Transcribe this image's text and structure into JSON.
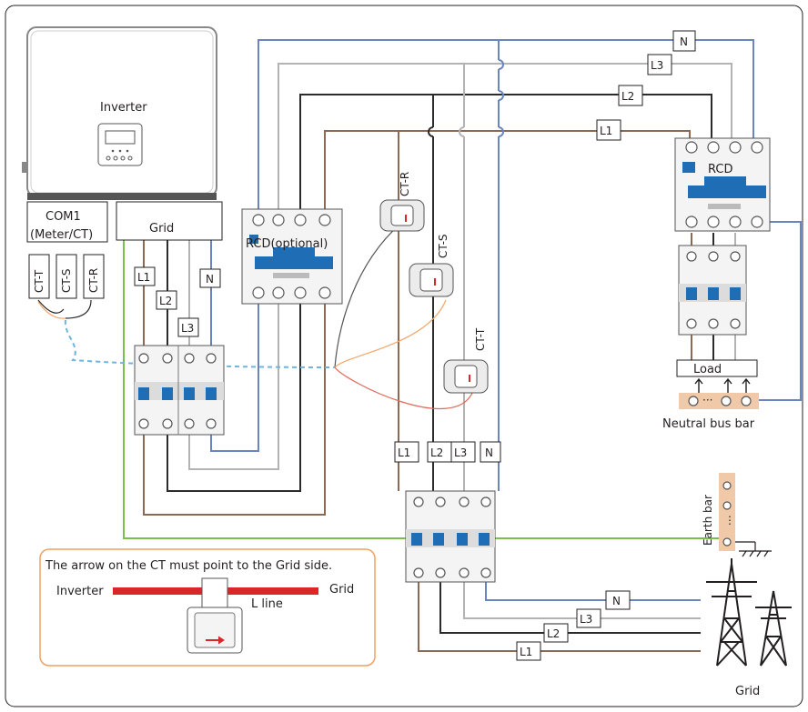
{
  "labels": {
    "inverter": "Inverter",
    "com1_line1": "COM1",
    "com1_line2": "(Meter/CT)",
    "grid_port": "Grid",
    "ct_t": "CT-T",
    "ct_s": "CT-S",
    "ct_r": "CT-R",
    "l1": "L1",
    "l2": "L2",
    "l3": "L3",
    "n": "N",
    "rcd_optional": "RCD(optional)",
    "rcd": "RCD",
    "load": "Load",
    "neutral_bus_bar": "Neutral bus bar",
    "earth_bar": "Earth bar",
    "grid_bottom": "Grid",
    "note": "The arrow on the CT must point to the Grid side.",
    "note_inverter": "Inverter",
    "note_grid": "Grid",
    "note_l_line": "L line",
    "bus_dots": "···"
  },
  "colors": {
    "neutral_wire": "#6a84be",
    "l1_wire": "#8a6a55",
    "l2_wire": "#2b2b2b",
    "l3_wire": "#b3b3b3",
    "earth_wire": "#7bbf4a",
    "ct_wire_orange": "#f2a66b",
    "ct_wire_red": "#e06a5a",
    "com_dashed": "#6fb3df",
    "breaker_blue": "#1f6db4",
    "rcd_blue": "#1f6db4",
    "bus_bar": "#f0c9a8",
    "note_border": "#f0a060",
    "note_arrow_bar": "#d9262b"
  },
  "icons": [
    "inverter-display-icon",
    "ct-clamp-icon",
    "breaker-icon",
    "rcd-icon",
    "pylon-icon",
    "ground-icon",
    "screw-terminal-icon"
  ]
}
